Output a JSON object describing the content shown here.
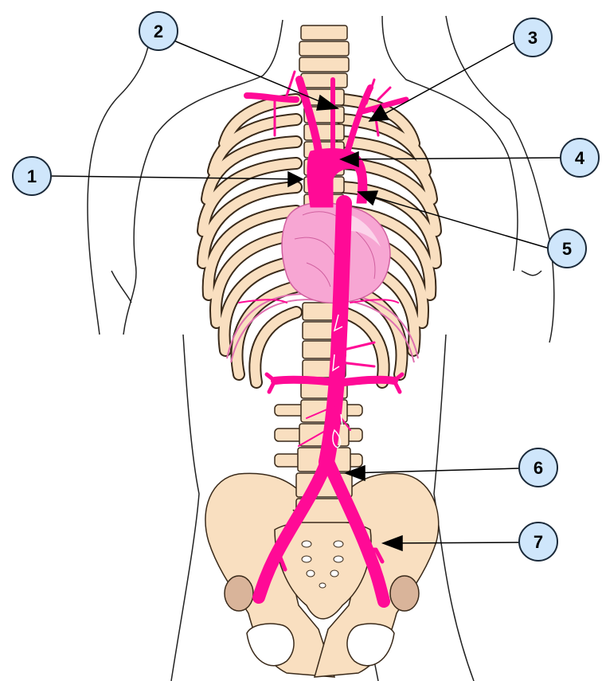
{
  "diagram": {
    "colors": {
      "background": "#ffffff",
      "bone": "#f9dfc0",
      "bone_outline": "#3a2a1a",
      "bone_shadow": "#d9b49a",
      "artery": "#ff0a96",
      "heart": "#f7a6d3",
      "heart_light": "#fcd3ea",
      "callout_fill": "#cfe6fb",
      "callout_outline": "#1b2a3a",
      "body_outline": "#222222"
    },
    "callouts": [
      {
        "id": "1",
        "label": "1"
      },
      {
        "id": "2",
        "label": "2"
      },
      {
        "id": "3",
        "label": "3"
      },
      {
        "id": "4",
        "label": "4"
      },
      {
        "id": "5",
        "label": "5"
      },
      {
        "id": "6",
        "label": "6"
      },
      {
        "id": "7",
        "label": "7"
      }
    ]
  }
}
